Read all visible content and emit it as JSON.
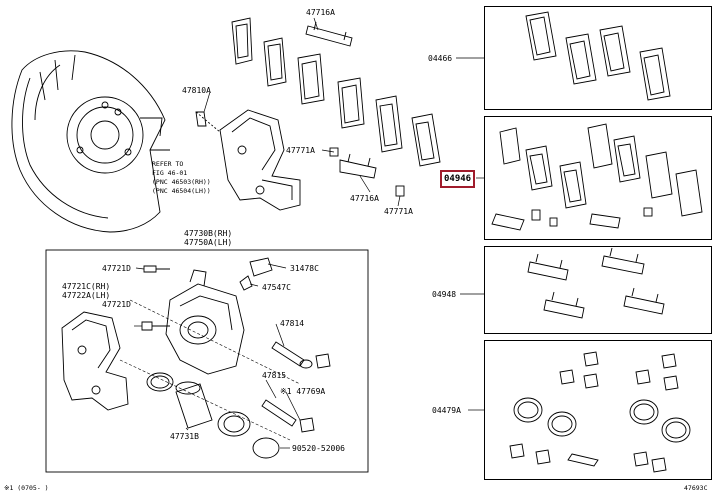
{
  "diagram_code": "47693C",
  "footnote": "※1 (0705-     )",
  "refer_note": {
    "line1": "REFER TO",
    "line2": "FIG 46-01",
    "line3": "(PNC 46503(RH))",
    "line4": "(PNC 46504(LH))"
  },
  "callouts": {
    "p47716A_top": "47716A",
    "p47810A": "47810A",
    "p47771A_left": "47771A",
    "p47716A_bottom": "47716A",
    "p47771A_bottom": "47771A",
    "p47730B": "47730B(RH)",
    "p47750A": "47750A(LH)",
    "p47721D_top": "47721D",
    "p31478C": "31478C",
    "p47547C": "47547C",
    "p47721C": "47721C(RH)",
    "p47722A": "47722A(LH)",
    "p47721D_mid": "47721D",
    "p47814": "47814",
    "p47815": "47815",
    "p47769A": "※1 47769A",
    "p47731B": "47731B",
    "p90520": "90520-52006"
  },
  "kits": {
    "k04466": "04466",
    "k04946": "04946",
    "k04948": "04948",
    "k04479": "04479A"
  }
}
